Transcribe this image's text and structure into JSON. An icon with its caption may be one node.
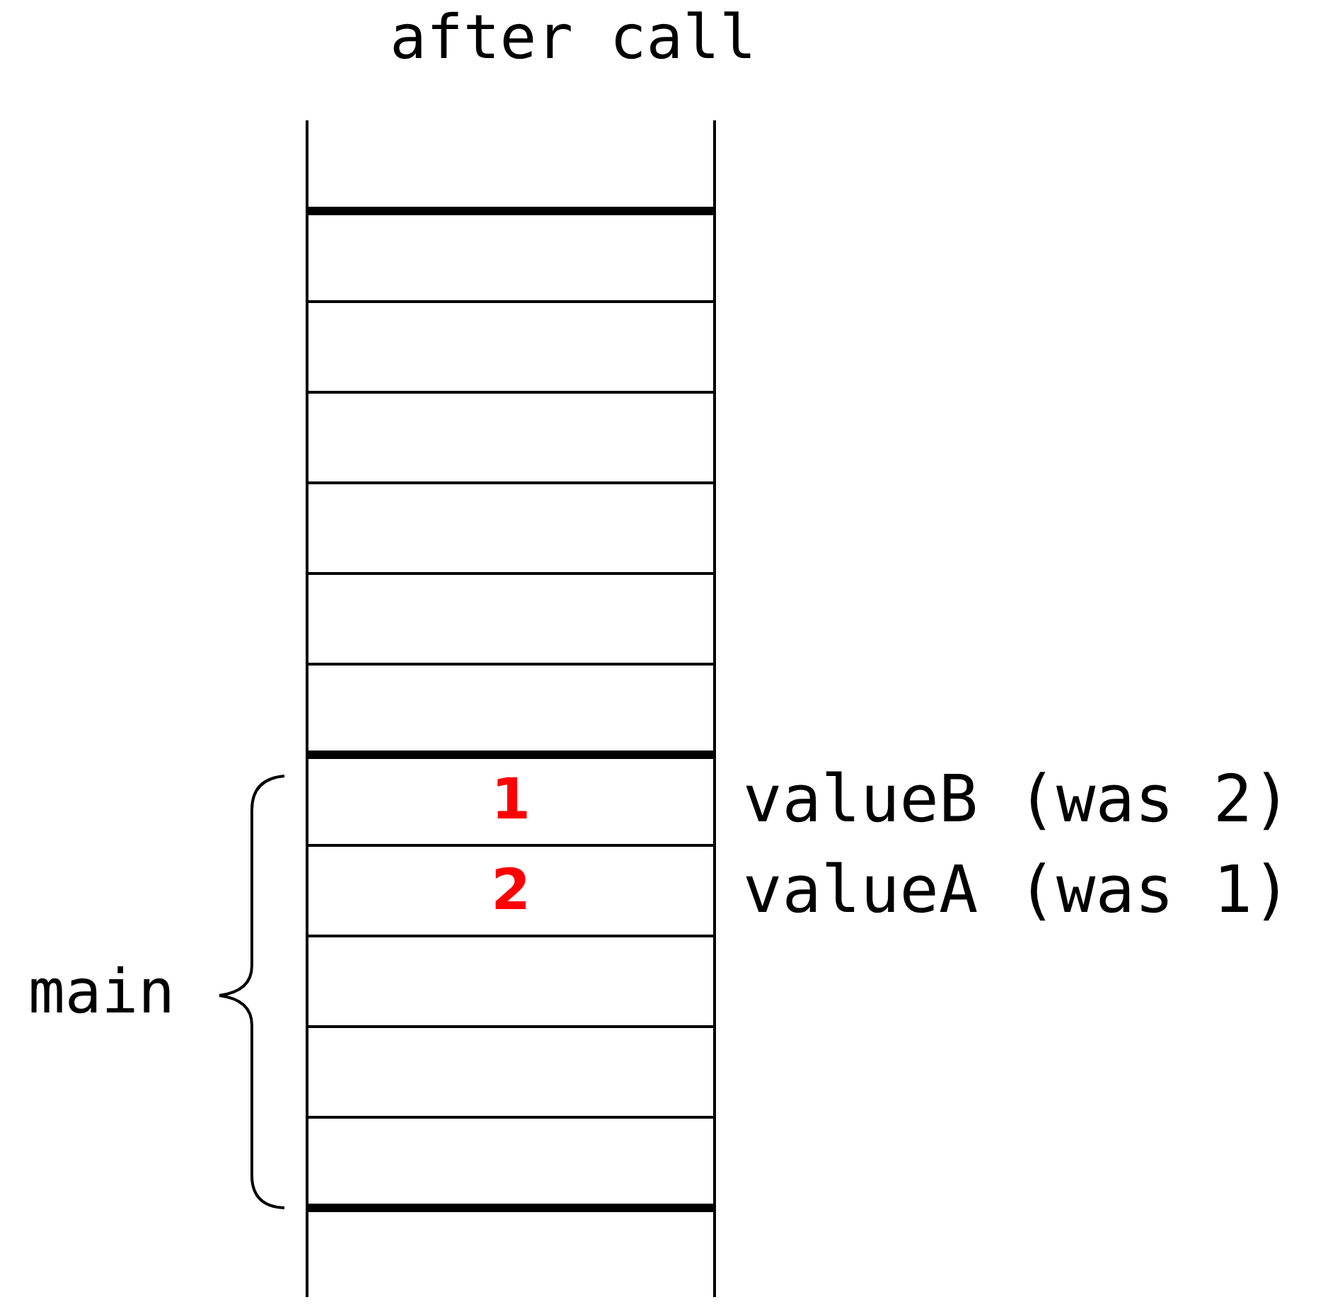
{
  "diagram": {
    "title": "after call",
    "nodes": [
      {
        "text": [],
        "shape": "box"
      },
      {
        "text": [],
        "shape": "box"
      },
      {
        "text": [],
        "shape": "box"
      },
      {
        "text": [],
        "shape": "box"
      },
      {
        "text": [],
        "shape": "box"
      },
      {
        "text": [],
        "shape": "box"
      },
      {
        "text": [
          "1"
        ],
        "beside": [
          "valueB (was 2)"
        ]
      },
      {
        "text": [
          "2"
        ],
        "beside": [
          "valueA (was 1)"
        ]
      },
      {
        "text": [],
        "shape": "box"
      },
      {
        "text": [],
        "shape": "box"
      },
      {
        "text": [],
        "shape": "box"
      }
    ],
    "labels": [
      "main"
    ]
  }
}
